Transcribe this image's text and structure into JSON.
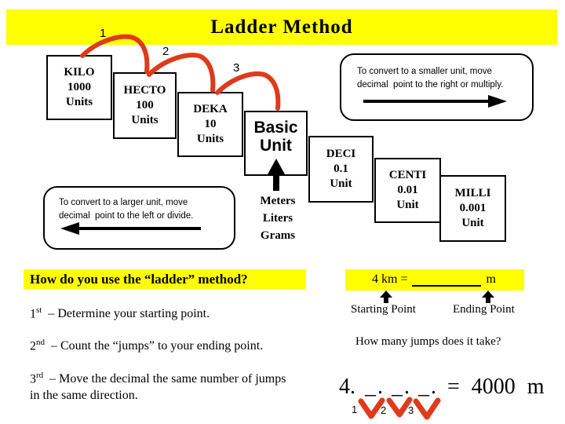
{
  "title": "Ladder Method",
  "colors": {
    "banner_yellow": "#ffff00",
    "highlight_yellow": "#ffff00",
    "arc_red": "#df3a1a",
    "text_black": "#000000"
  },
  "arc_labels": [
    "1",
    "2",
    "3"
  ],
  "ladder": [
    {
      "name": "KILO",
      "value": "1000",
      "unit": "Units"
    },
    {
      "name": "HECTO",
      "value": "100",
      "unit": "Units"
    },
    {
      "name": "DEKA",
      "value": "10",
      "unit": "Units"
    },
    {
      "line1": "Basic",
      "line2": "Unit"
    },
    {
      "name": "DECI",
      "value": "0.1",
      "unit": "Unit"
    },
    {
      "name": "CENTI",
      "value": "0.01",
      "unit": "Unit"
    },
    {
      "name": "MILLI",
      "value": "0.001",
      "unit": "Unit"
    }
  ],
  "basic_unit_examples": {
    "line1": "Meters",
    "line2": "Liters",
    "line3": "Grams"
  },
  "callout_smaller": {
    "line1": "To convert to a smaller unit, move",
    "line2": "decimal  point to the right or multiply."
  },
  "callout_larger": {
    "line1": "To convert to a larger unit, move",
    "line2": "decimal  point to the left or divide."
  },
  "how_to": {
    "heading": "How do you use the “ladder” method?",
    "steps": [
      {
        "num": "1",
        "ord": "st",
        "text": "– Determine your starting point."
      },
      {
        "num": "2",
        "ord": "nd",
        "text": "– Count the “jumps” to your ending point."
      },
      {
        "num": "3",
        "ord": "rd",
        "text": "– Move the decimal the same number of jumps in the same direction."
      }
    ]
  },
  "problem": {
    "prompt_lhs": "4 km =",
    "prompt_unit": "m",
    "starting_label": "Starting Point",
    "ending_label": "Ending Point",
    "jumps_question": "How many jumps does it take?",
    "solution_lhs": "4.",
    "solution_blanks": "_. _. _.",
    "solution_rhs": "= 4000 m",
    "jump_numbers": [
      "1",
      "2",
      "3"
    ]
  }
}
